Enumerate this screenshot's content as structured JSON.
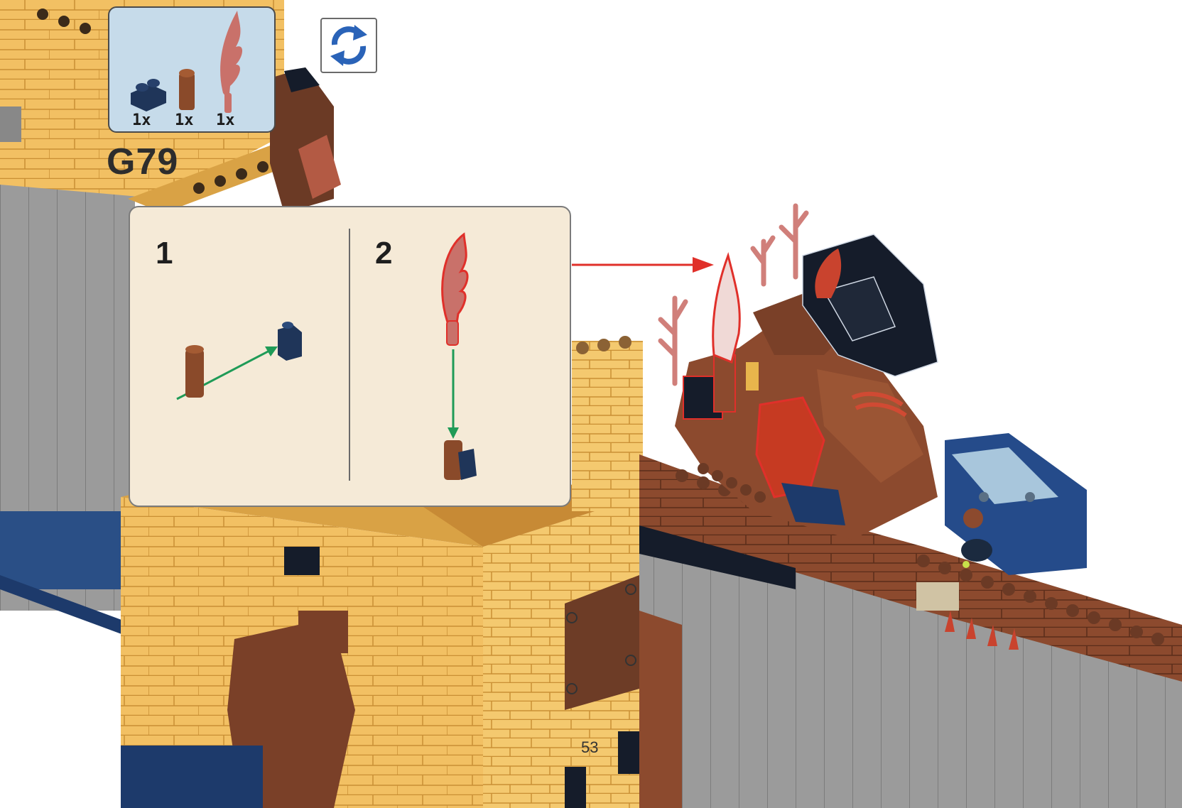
{
  "step": {
    "number": "G79"
  },
  "parts_list": [
    {
      "icon": "dark-blue-brick-icon",
      "count": "1x",
      "color": "#1f3559"
    },
    {
      "icon": "brown-bar-holder-icon",
      "count": "1x",
      "color": "#8a4a2a"
    },
    {
      "icon": "flame-blade-icon",
      "count": "1x",
      "color": "#c9716a"
    }
  ],
  "callout": {
    "substeps": [
      {
        "number": "1"
      },
      {
        "number": "2"
      }
    ]
  },
  "rotate_icon": "rotate-model-icon",
  "page_number": "53",
  "colors": {
    "tan": "#f2c063",
    "tan_dark": "#d9a245",
    "brown": "#7a4028",
    "dark_blue": "#1d3a6b",
    "gray": "#9a9a9a",
    "black": "#151c2a",
    "highlight_red": "#e0302a",
    "arrow_green": "#1f9b57",
    "parts_bg": "#c6dbea",
    "callout_bg": "#f5ead7"
  }
}
